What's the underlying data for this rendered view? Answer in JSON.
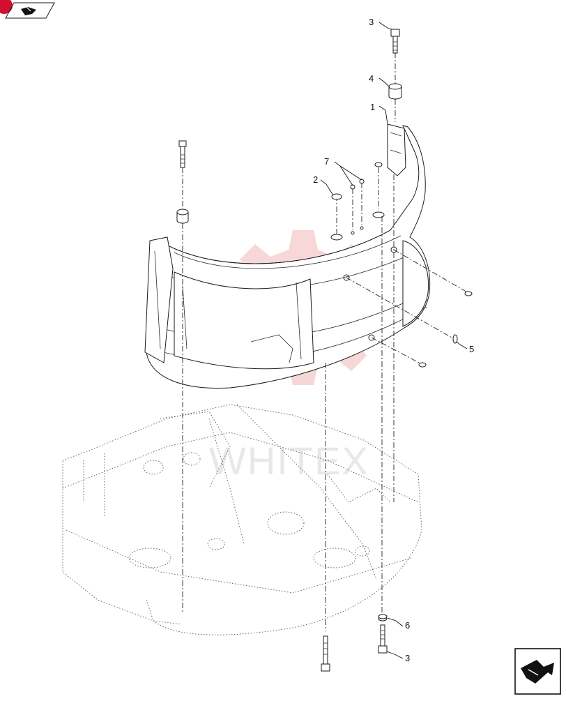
{
  "callouts": [
    {
      "id": "c3-top",
      "label": "3"
    },
    {
      "id": "c4",
      "label": "4"
    },
    {
      "id": "c1",
      "label": "1"
    },
    {
      "id": "c7",
      "label": "7"
    },
    {
      "id": "c2",
      "label": "2"
    },
    {
      "id": "c5",
      "label": "5"
    },
    {
      "id": "c6",
      "label": "6"
    },
    {
      "id": "c3-bottom",
      "label": "3"
    }
  ],
  "watermark": {
    "text": "WHITEX",
    "color": "#f2c7c7"
  },
  "colors": {
    "badge": "#d0102c",
    "line": "#1a1a1a"
  },
  "icons": {
    "top_left": "book-page-icon",
    "bottom_right": "next-page-arrow-icon"
  }
}
